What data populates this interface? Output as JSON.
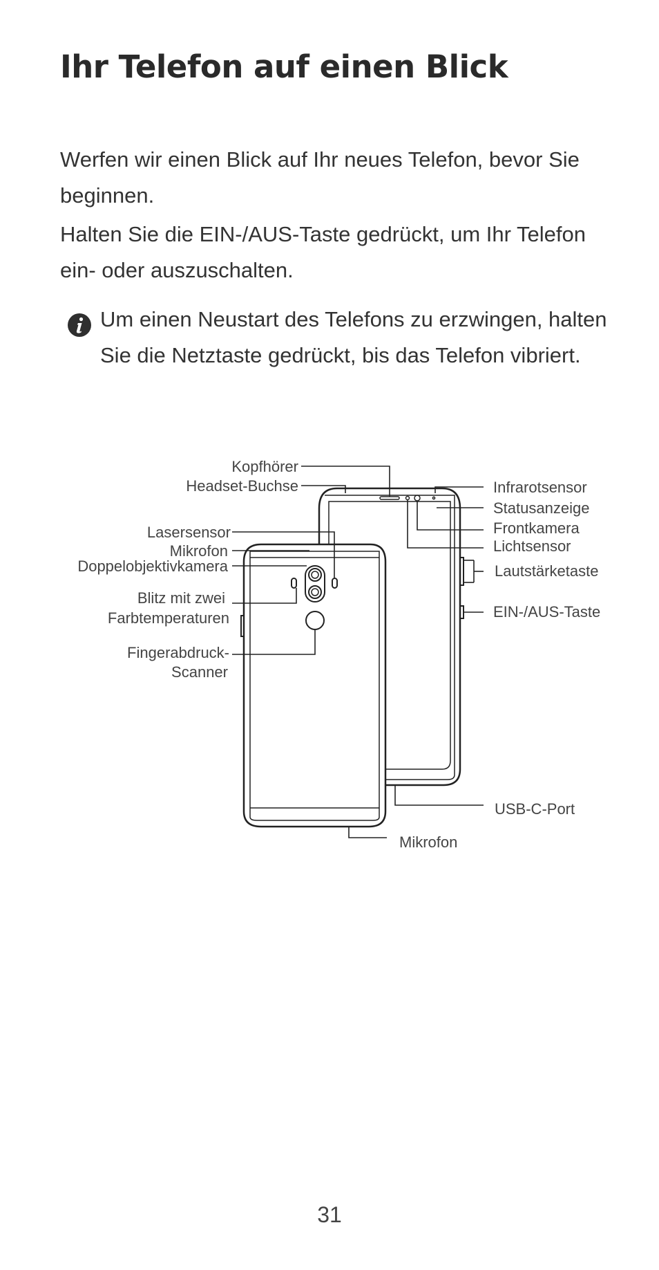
{
  "title": "Ihr Telefon auf einen Blick",
  "paragraphs": [
    "Werfen wir einen Blick auf Ihr neues Telefon, bevor Sie beginnen.",
    "Halten Sie die EIN-/AUS-Taste gedrückt, um Ihr Telefon ein- oder auszuschalten."
  ],
  "note": {
    "icon": "info-icon",
    "text": "Um einen Neustart des Telefons zu erzwingen, halten Sie die Netztaste gedrückt, bis das Telefon vibriert."
  },
  "diagram": {
    "labels": {
      "kopfhoerer": "Kopfhörer",
      "headset": "Headset-Buchse",
      "lasersensor": "Lasersensor",
      "mikrofon_top": "Mikrofon",
      "doppelobjektiv": "Doppelobjektivkamera",
      "blitz_line1": "Blitz mit zwei",
      "blitz_line2": "Farbtemperaturen",
      "finger_line1": "Fingerabdruck-",
      "finger_line2": "Scanner",
      "infrarot": "Infrarotsensor",
      "status": "Statusanzeige",
      "frontkamera": "Frontkamera",
      "lichtsensor": "Lichtsensor",
      "lautstaerke": "Lautstärketaste",
      "einaus": "EIN-/AUS-Taste",
      "usbc": "USB-C-Port",
      "mikrofon_bottom": "Mikrofon"
    }
  },
  "page_number": "31"
}
